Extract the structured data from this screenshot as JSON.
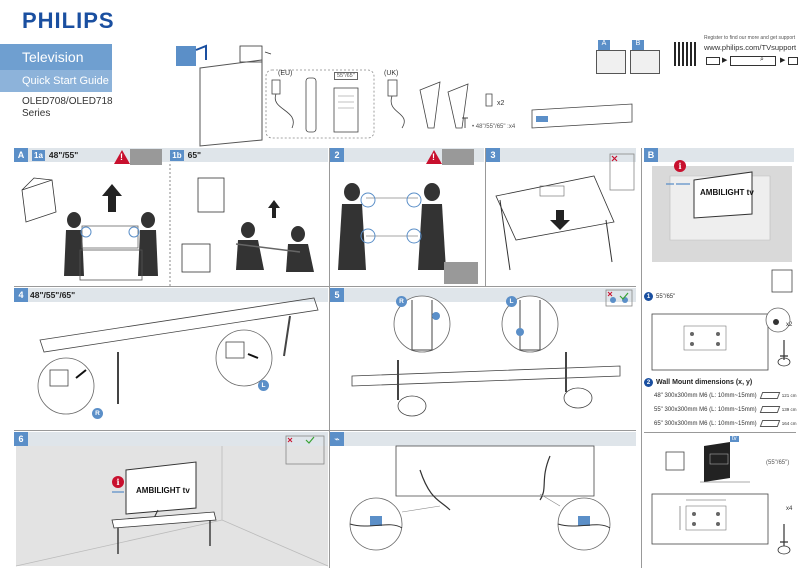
{
  "brand": {
    "logo": "PHILIPS",
    "product": "Television",
    "guide": "Quick Start Guide",
    "model_line1": "OLED708/OLED718",
    "model_line2": "Series"
  },
  "accessories": {
    "eu_label": "(EU)",
    "uk_label": "(UK)",
    "sizes_label": "55\"/65\"",
    "screw_qty": "x2",
    "screw_sizes": "• 48\"/55\"/65\" :x4"
  },
  "support": {
    "register_text": "Register to find our more and get support",
    "url": "www.philips.com/TVsupport",
    "tab_a": "A",
    "tab_b": "B"
  },
  "sections": {
    "a_label": "A",
    "a1_sub": "1a",
    "a1_sizes": "48\"/55\"",
    "a1b_sub": "1b",
    "a1b_sizes": "65\"",
    "step2": "2",
    "step3": "3",
    "b_label": "B",
    "step4": "4",
    "step4_sizes": "48\"/55\"/65\"",
    "step5": "5",
    "step6": "6",
    "step7_icon": "cable-icon"
  },
  "labels": {
    "ambilight": "AMBILIGHT tv",
    "r": "R",
    "l": "L",
    "tv_badge": "tv",
    "x2": "x2",
    "x4": "x4"
  },
  "wall_mount": {
    "step1_num": "1",
    "step1_sizes": "55\"/65\"",
    "step2_num": "2",
    "title": "Wall Mount dimensions (x, y)",
    "rows": [
      {
        "size": "48\"",
        "spec": "300x300mm M6 (L: 10mm~15mm)",
        "dist": "121 cm"
      },
      {
        "size": "55\"",
        "spec": "300x300mm M6 (L: 10mm~15mm)",
        "dist": "139 cm"
      },
      {
        "size": "65\"",
        "spec": "300x300mm M6 (L: 10mm~15mm)",
        "dist": "164 cm"
      }
    ],
    "bottom_sizes": "(55\"/65\")"
  },
  "colors": {
    "brand_blue": "#1a4fa0",
    "accent_blue": "#5b8fc8",
    "warning_red": "#c8102e",
    "ok_green": "#3aa335"
  }
}
